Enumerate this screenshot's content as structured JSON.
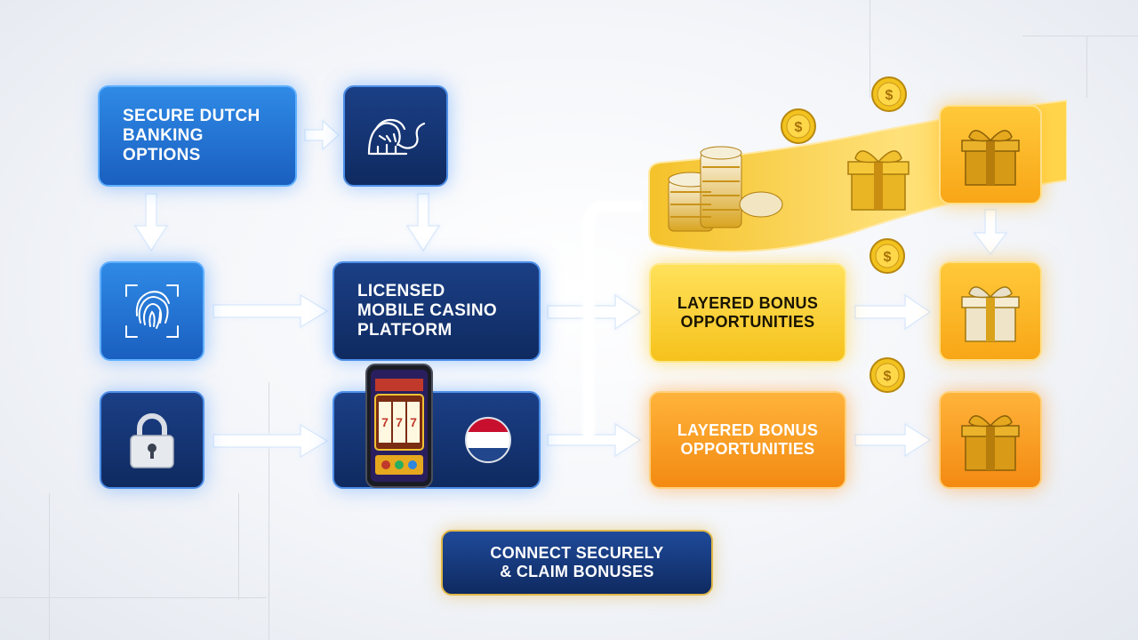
{
  "steps": {
    "banking": "SECURE DUTCH\nBANKING\nOPTIONS",
    "platform": "LICENSED\nMOBILE CASINO\nPLATFORM",
    "bonus_gold": "LAYERED BONUS\nOPPORTUNITIES",
    "bonus_orange": "LAYERED BONUS\nOPPORTUNITIES"
  },
  "cta": "CONNECT SECURELY\n& CLAIM BONUSES",
  "icons": {
    "bank_logo": "lion-logo-icon",
    "fingerprint": "fingerprint-icon",
    "lock": "padlock-icon",
    "phone": "slot-machine-phone-icon",
    "flag": "netherlands-flag-icon",
    "chips": "casino-chips-icon",
    "coin": "dollar-coin-icon",
    "gift": "gift-box-icon"
  },
  "colors": {
    "blue_light": "#1a5fc0",
    "blue_dark": "#0f2a60",
    "gold": "#f6c21c",
    "orange": "#f38a12",
    "flag_red": "#c8102e",
    "flag_blue": "#21468b"
  }
}
